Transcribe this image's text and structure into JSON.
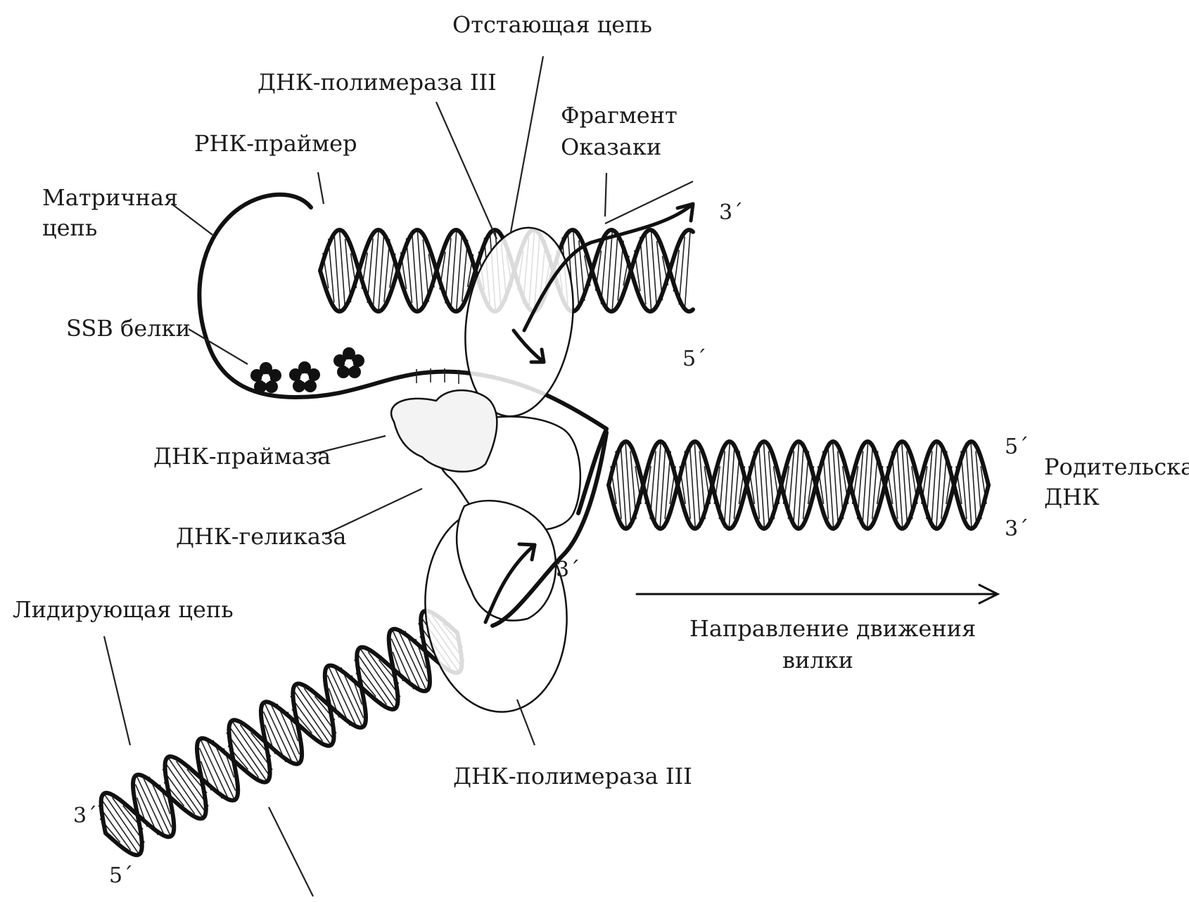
{
  "labels": {
    "lagging_strand": "Отстающая цепь",
    "polymerase_top": "ДНК-полимераза III",
    "okazaki_line1": "Фрагмент",
    "okazaki_line2": "Оказаки",
    "rna_primer": "РНК-праймер",
    "template_line1": "Матричная",
    "template_line2": "цепь",
    "ssb": "SSB белки",
    "primase": "ДНК-праймаза",
    "helicase": "ДНК-геликаза",
    "parent_line1": "Родительская",
    "parent_line2": "ДНК",
    "direction_line1": "Направление движения",
    "direction_line2": "вилки",
    "leading_strand": "Лидирующая цепь",
    "polymerase_bottom": "ДНК-полимераза III"
  },
  "ends": {
    "okazaki_3": "3´",
    "lagging_5": "5´",
    "parent_5": "5´",
    "parent_3": "3´",
    "leading_new_3": "3´",
    "leading_3": "3´",
    "leading_5": "5´"
  }
}
